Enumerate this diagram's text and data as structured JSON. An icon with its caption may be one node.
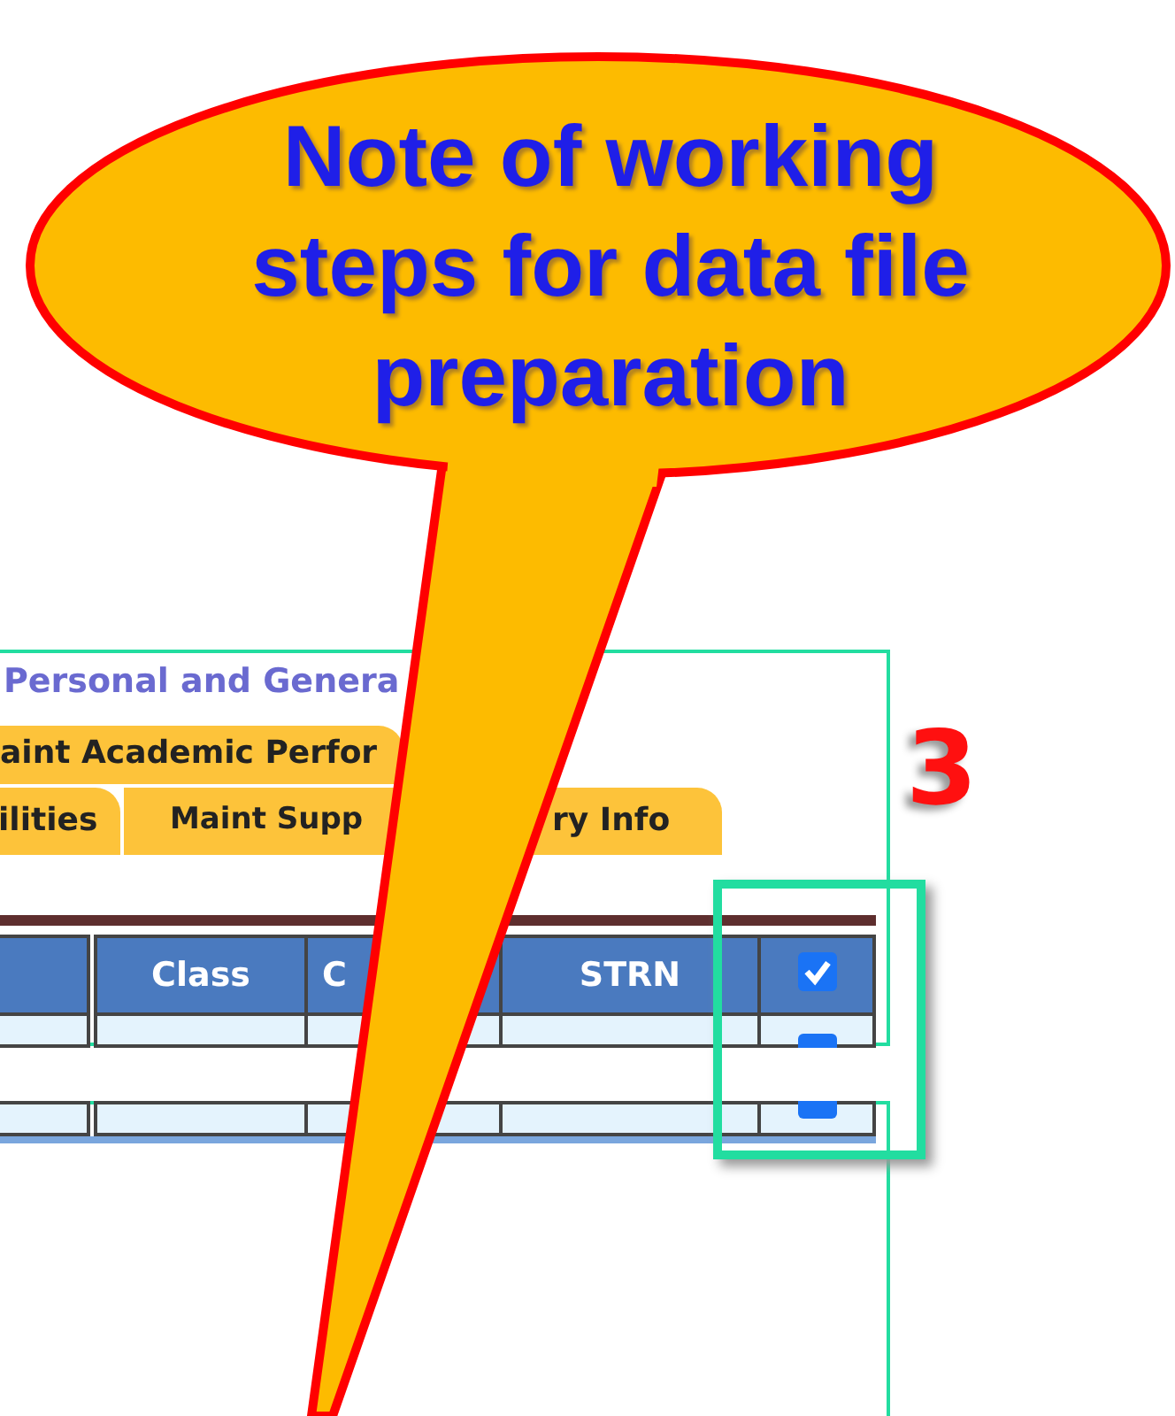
{
  "diagram": {
    "nodes": [
      {
        "text": [
          "Note of working steps for data file preparation"
        ]
      }
    ],
    "labels": [
      "Personal and Genera",
      "aint Academic Perfor",
      "ilities",
      "Maint Supp",
      "ry Info",
      "Class",
      "C",
      "STRN",
      "3"
    ]
  }
}
